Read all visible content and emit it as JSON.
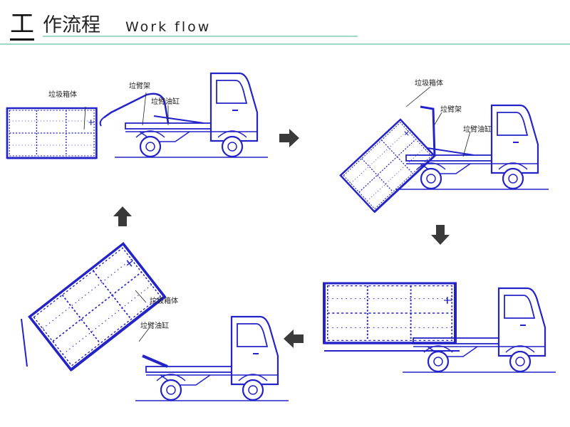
{
  "header": {
    "title_first_char": "工",
    "title_rest": "作流程",
    "title_en": "Work flow"
  },
  "labels": {
    "garbage_box": "垃圾箱体",
    "arm_frame": "垃臂架",
    "arm_cylinder": "垃臂油缸"
  },
  "colors": {
    "line": "#2323c8",
    "arrow": "#3a3a3a",
    "rule": "#9fd9c8"
  },
  "icons": [
    "arrow-right-icon",
    "arrow-down-icon",
    "arrow-left-icon",
    "arrow-up-icon"
  ]
}
